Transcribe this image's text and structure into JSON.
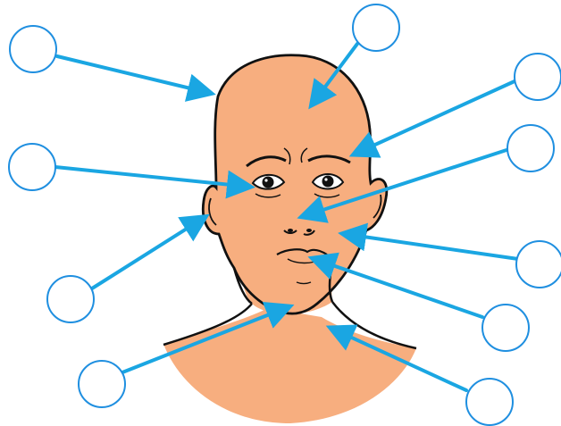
{
  "diagram": {
    "subject": "head-and-face",
    "colors": {
      "skin": "#f7ae7f",
      "outline": "#111111",
      "arrow": "#1aa6e2",
      "label_circle_stroke": "#1f8fe0",
      "label_circle_fill": "#ffffff",
      "background": "#ffffff"
    },
    "labels": [
      {
        "id": "scalp-outline",
        "text": ""
      },
      {
        "id": "forehead",
        "text": ""
      },
      {
        "id": "eyebrow",
        "text": ""
      },
      {
        "id": "eye",
        "text": ""
      },
      {
        "id": "nose-bridge",
        "text": ""
      },
      {
        "id": "ear",
        "text": ""
      },
      {
        "id": "cheek",
        "text": ""
      },
      {
        "id": "lips",
        "text": ""
      },
      {
        "id": "chin",
        "text": ""
      },
      {
        "id": "neck",
        "text": ""
      }
    ]
  }
}
